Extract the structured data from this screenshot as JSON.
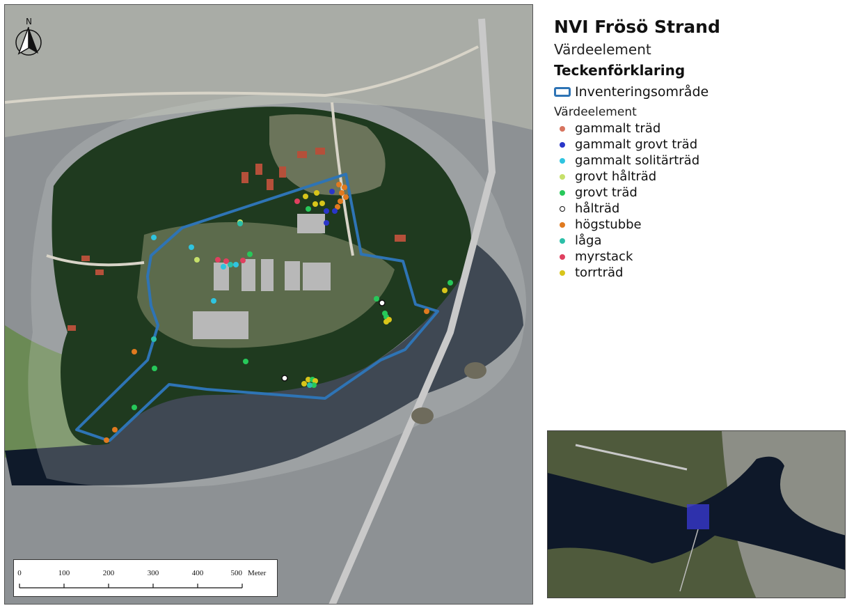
{
  "title": "NVI Frösö Strand",
  "subtitle": "Värdeelement",
  "legend_heading": "Teckenförklaring",
  "inventory_area": {
    "label": "Inventeringsområde",
    "color": "#2e74b5"
  },
  "value_elements": {
    "title": "Värdeelement",
    "categories": [
      {
        "label": "gammalt träd",
        "color": "#d7745f"
      },
      {
        "label": "gammalt grovt träd",
        "color": "#2a36c9"
      },
      {
        "label": "gammalt solitärträd",
        "color": "#2fc4e0"
      },
      {
        "label": "grovt hålträd",
        "color": "#c6e06a"
      },
      {
        "label": "grovt träd",
        "color": "#27c85a"
      },
      {
        "label": "hålträd",
        "color": "#ffffff"
      },
      {
        "label": "högstubbe",
        "color": "#e07a1f"
      },
      {
        "label": "låga",
        "color": "#2cbfa8"
      },
      {
        "label": "myrstack",
        "color": "#e0405f"
      },
      {
        "label": "torrträd",
        "color": "#d8c51a"
      }
    ]
  },
  "north_arrow": {
    "label": "N",
    "icon": "north-arrow-icon"
  },
  "scale_bar": {
    "ticks": [
      "0",
      "100",
      "200",
      "300",
      "400",
      "500"
    ],
    "unit": "Meter"
  },
  "inset_map": {
    "highlight_color": "#3a3ad8"
  }
}
